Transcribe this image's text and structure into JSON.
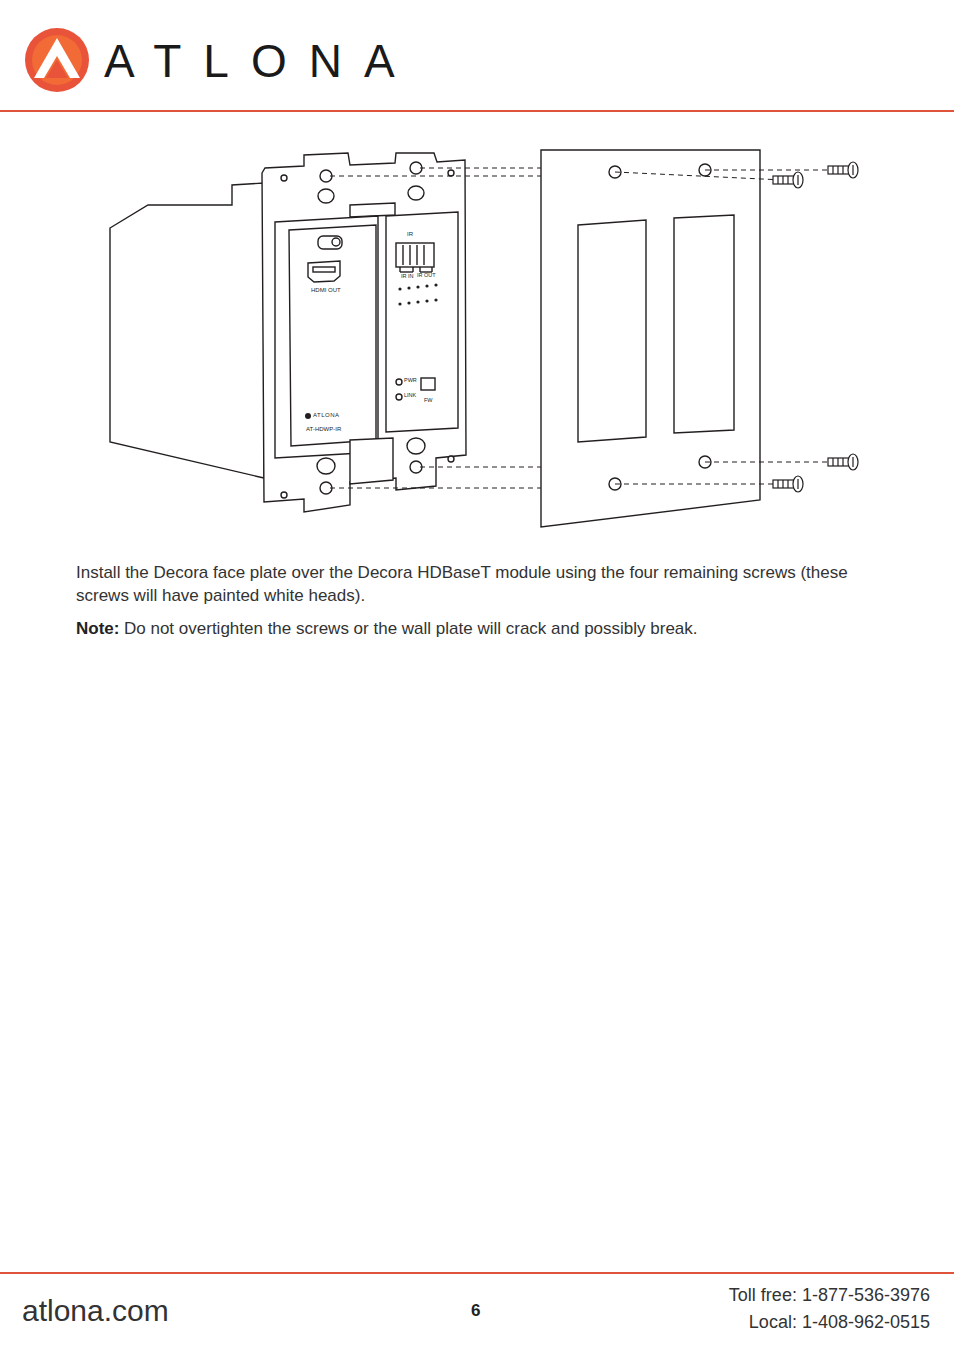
{
  "diagram": {
    "labels": [
      "ATLONA",
      "HDMI OUT",
      "IR",
      "IR IN",
      "IR OUT",
      "PWR",
      "LINK",
      "FW",
      "ATLONA",
      "AT-HDWP-IR",
      "Install the Decora face plate over the Decora HDBaseT module using the four remaining screws (these screws will have painted white heads).",
      "Note:",
      "Do not overtighten the screws or the wall plate will crack and possibly break.",
      "atlona.com",
      "6",
      "Toll free: 1-877-536-3976",
      "Local: 1-408-962-0515"
    ]
  }
}
